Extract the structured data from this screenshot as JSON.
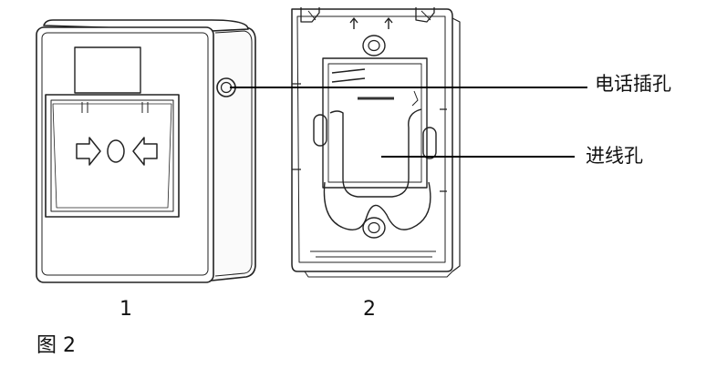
{
  "labels": {
    "phone_jack": "电话插孔",
    "cable_entry": "进线孔"
  },
  "numbers": {
    "device": "1",
    "base": "2"
  },
  "caption": "图 2"
}
